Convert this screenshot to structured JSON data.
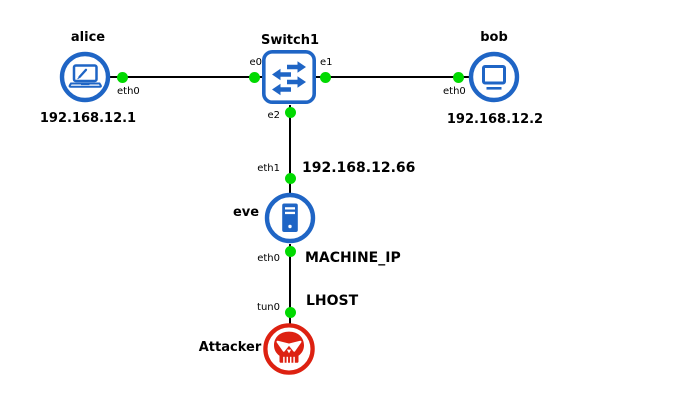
{
  "nodes": {
    "alice": {
      "label": "alice",
      "ip": "192.168.12.1"
    },
    "switch1": {
      "label": "Switch1"
    },
    "bob": {
      "label": "bob",
      "ip": "192.168.12.2"
    },
    "eve": {
      "label": "eve"
    },
    "attacker": {
      "label": "Attacker"
    }
  },
  "ports": {
    "alice_eth0": "eth0",
    "switch1_e0": "e0",
    "switch1_e1": "e1",
    "switch1_e2": "e2",
    "bob_eth0": "eth0",
    "eve_eth1": "eth1",
    "eve_eth0": "eth0",
    "attacker_tun0": "tun0"
  },
  "annotations": {
    "eve_lan_ip": "192.168.12.66",
    "eve_machine_ip": "MACHINE_IP",
    "attacker_lhost": "LHOST"
  },
  "icons": {
    "alice": "laptop-icon",
    "switch1": "ethernet-switch-icon",
    "bob": "monitor-icon",
    "eve": "server-tower-icon",
    "attacker": "attacker-skull-icon"
  },
  "colors": {
    "node_blue": "#1f65c5",
    "attacker_red": "#dd2111",
    "port_dot_green": "#00d900",
    "link": "#000000",
    "text": "#000000",
    "background": "#ffffff"
  }
}
